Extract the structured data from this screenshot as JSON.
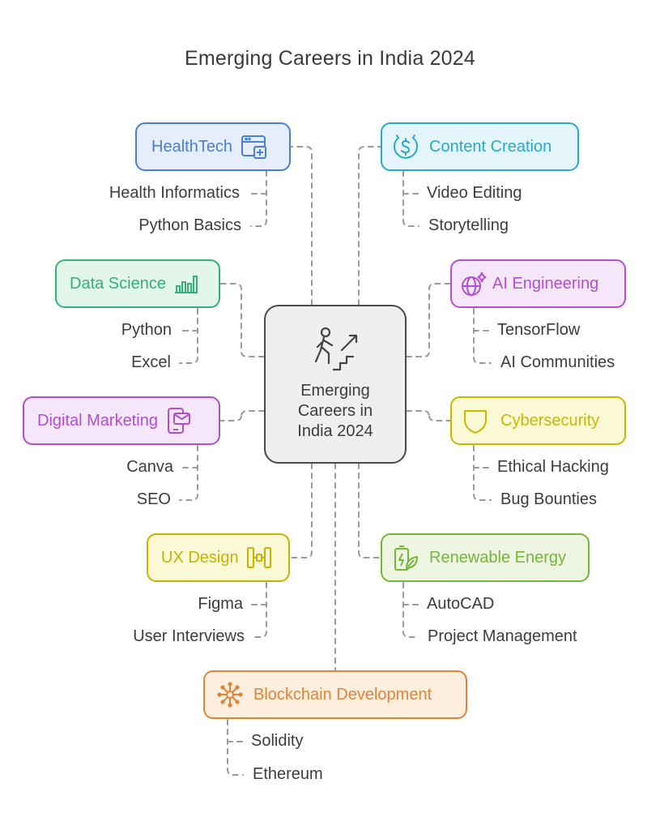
{
  "title": "Emerging Careers in India 2024",
  "center": {
    "line1": "Emerging",
    "line2": "Careers in",
    "line3": "India 2024",
    "icon": "person-climbing-stairs-icon"
  },
  "colors": {
    "healthtech": "#4a7fd6",
    "content": "#2aa8c8",
    "datascience": "#33b07a",
    "ai": "#b34fd1",
    "digital": "#b04ed0",
    "cyber": "#c9b800",
    "ux": "#c2b400",
    "renewable": "#74b53a",
    "blockchain": "#e0843a"
  },
  "branches": {
    "healthtech": {
      "label": "HealthTech",
      "icon": "browser-add-icon",
      "items": [
        "Health Informatics",
        "Python Basics"
      ]
    },
    "content": {
      "label": "Content Creation",
      "icon": "dollar-circle-icon",
      "items": [
        "Video Editing",
        "Storytelling"
      ]
    },
    "datascience": {
      "label": "Data Science",
      "icon": "bar-chart-icon",
      "items": [
        "Python",
        "Excel"
      ]
    },
    "ai": {
      "label": "AI Engineering",
      "icon": "globe-sparkle-icon",
      "items": [
        "TensorFlow",
        "AI Communities"
      ]
    },
    "digital": {
      "label": "Digital Marketing",
      "icon": "phone-mail-icon",
      "items": [
        "Canva",
        "SEO"
      ]
    },
    "cyber": {
      "label": "Cybersecurity",
      "icon": "shield-icon",
      "items": [
        "Ethical Hacking",
        "Bug Bounties"
      ]
    },
    "ux": {
      "label": "UX Design",
      "icon": "slider-handles-icon",
      "items": [
        "Figma",
        "User Interviews"
      ]
    },
    "renewable": {
      "label": "Renewable Energy",
      "icon": "battery-leaf-icon",
      "items": [
        "AutoCAD",
        "Project Management"
      ]
    },
    "blockchain": {
      "label": "Blockchain Development",
      "icon": "network-hub-icon",
      "items": [
        "Solidity",
        "Ethereum"
      ]
    }
  }
}
